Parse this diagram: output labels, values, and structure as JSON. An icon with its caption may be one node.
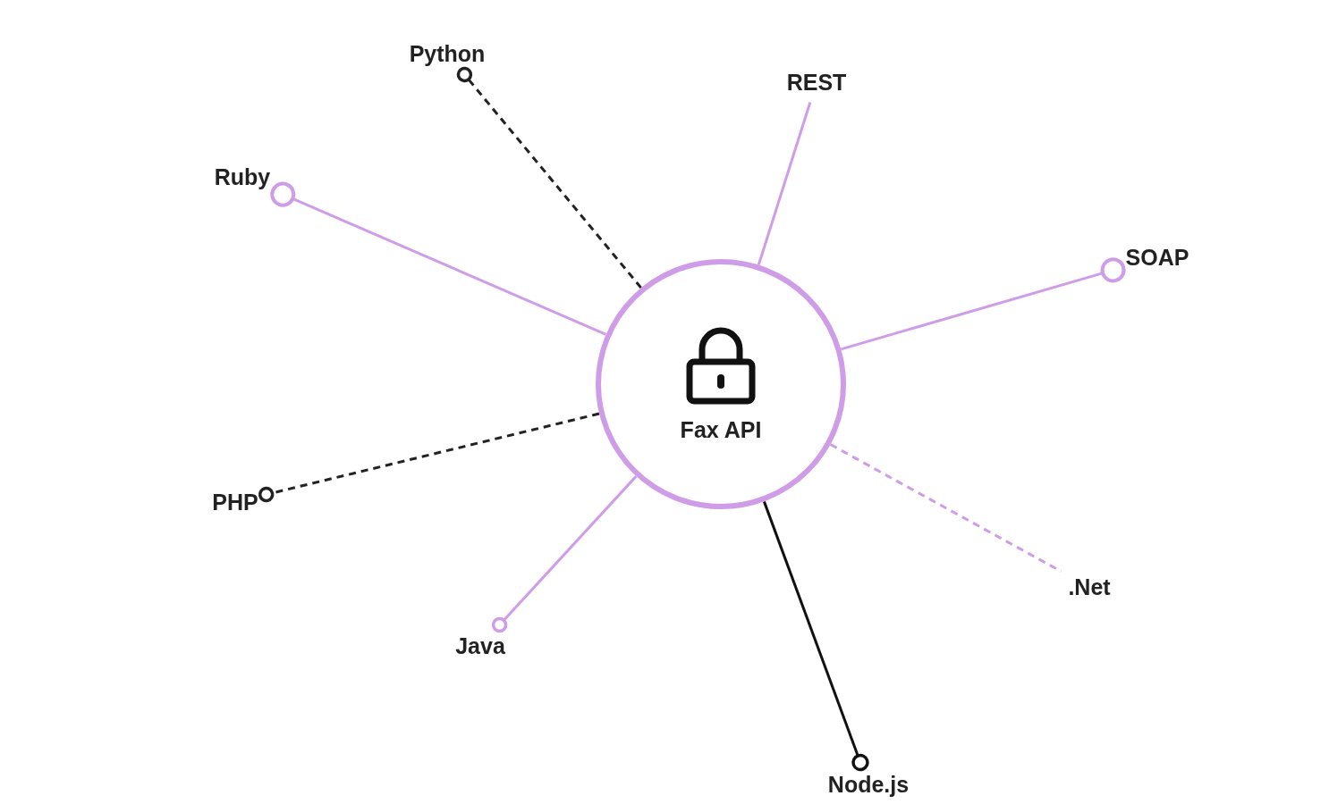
{
  "diagram": {
    "nodes": [
      {
        "text": [
          "Fax API"
        ]
      },
      {
        "text": [
          "Python"
        ]
      },
      {
        "text": [
          "REST"
        ]
      },
      {
        "text": [
          "Ruby"
        ]
      },
      {
        "text": [
          "SOAP"
        ]
      },
      {
        "text": [
          "PHP"
        ]
      },
      {
        "text": [
          ".Net"
        ]
      },
      {
        "text": [
          "Java"
        ]
      },
      {
        "text": [
          "Node.js"
        ]
      }
    ],
    "edges": [
      {
        "from": 0,
        "to": 1,
        "arrow": "other",
        "style": "dashed",
        "color": "#222222"
      },
      {
        "from": 0,
        "to": 2,
        "arrow": "none"
      },
      {
        "from": 0,
        "to": 3,
        "arrow": "other"
      },
      {
        "from": 0,
        "to": 4,
        "arrow": "other"
      },
      {
        "from": 0,
        "to": 5,
        "arrow": "other",
        "style": "dashed",
        "color": "#222222"
      },
      {
        "from": 0,
        "to": 6,
        "arrow": "none",
        "style": "dashed"
      },
      {
        "from": 0,
        "to": 7,
        "arrow": "other"
      },
      {
        "from": 0,
        "to": 8,
        "arrow": "other",
        "color": "#111111"
      }
    ]
  }
}
